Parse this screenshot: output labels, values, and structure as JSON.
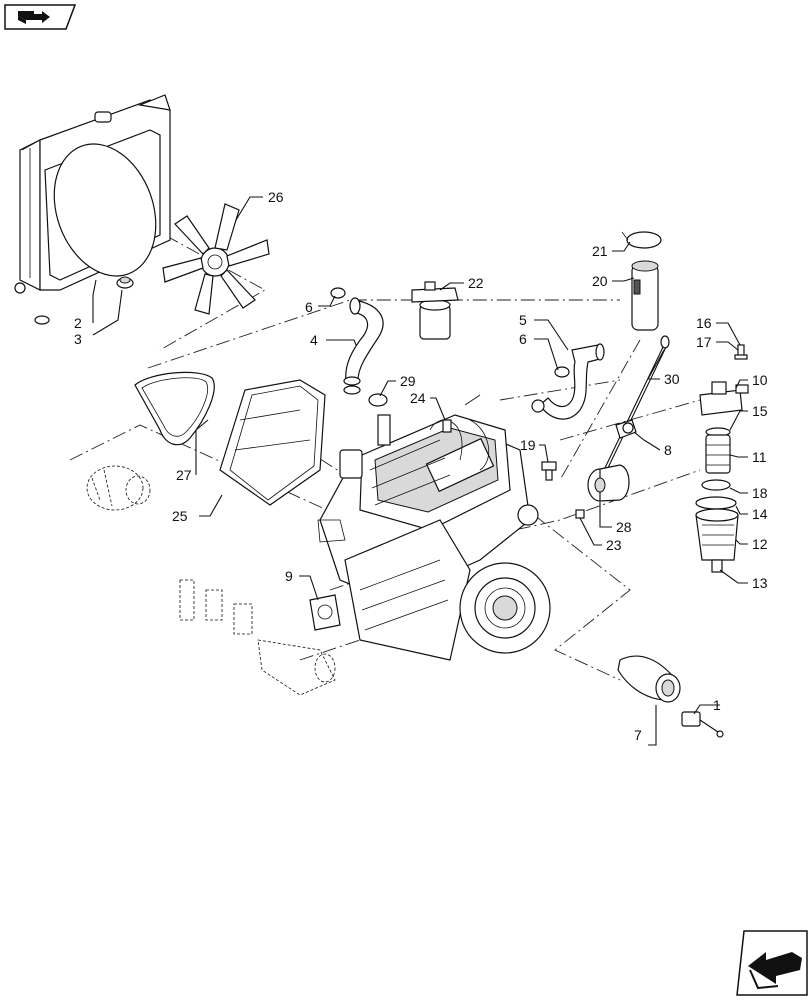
{
  "navigation": {
    "top_icon": "book-arrow-icon",
    "bottom_icon": "previous-page-arrow-icon"
  },
  "callouts": [
    {
      "key": "c1",
      "text": "1"
    },
    {
      "key": "c2",
      "text": "2"
    },
    {
      "key": "c3",
      "text": "3"
    },
    {
      "key": "c4",
      "text": "4"
    },
    {
      "key": "c5",
      "text": "5"
    },
    {
      "key": "c6a",
      "text": "6"
    },
    {
      "key": "c6b",
      "text": "6"
    },
    {
      "key": "c7",
      "text": "7"
    },
    {
      "key": "c8",
      "text": "8"
    },
    {
      "key": "c9",
      "text": "9"
    },
    {
      "key": "c10",
      "text": "10"
    },
    {
      "key": "c11",
      "text": "11"
    },
    {
      "key": "c12",
      "text": "12"
    },
    {
      "key": "c13",
      "text": "13"
    },
    {
      "key": "c14",
      "text": "14"
    },
    {
      "key": "c15",
      "text": "15"
    },
    {
      "key": "c16",
      "text": "16"
    },
    {
      "key": "c17",
      "text": "17"
    },
    {
      "key": "c18",
      "text": "18"
    },
    {
      "key": "c19",
      "text": "19"
    },
    {
      "key": "c20",
      "text": "20"
    },
    {
      "key": "c21",
      "text": "21"
    },
    {
      "key": "c22",
      "text": "22"
    },
    {
      "key": "c23",
      "text": "23"
    },
    {
      "key": "c24",
      "text": "24"
    },
    {
      "key": "c25",
      "text": "25"
    },
    {
      "key": "c26",
      "text": "26"
    },
    {
      "key": "c27",
      "text": "27"
    },
    {
      "key": "c28",
      "text": "28"
    },
    {
      "key": "c29",
      "text": "29"
    },
    {
      "key": "c30",
      "text": "30"
    }
  ]
}
